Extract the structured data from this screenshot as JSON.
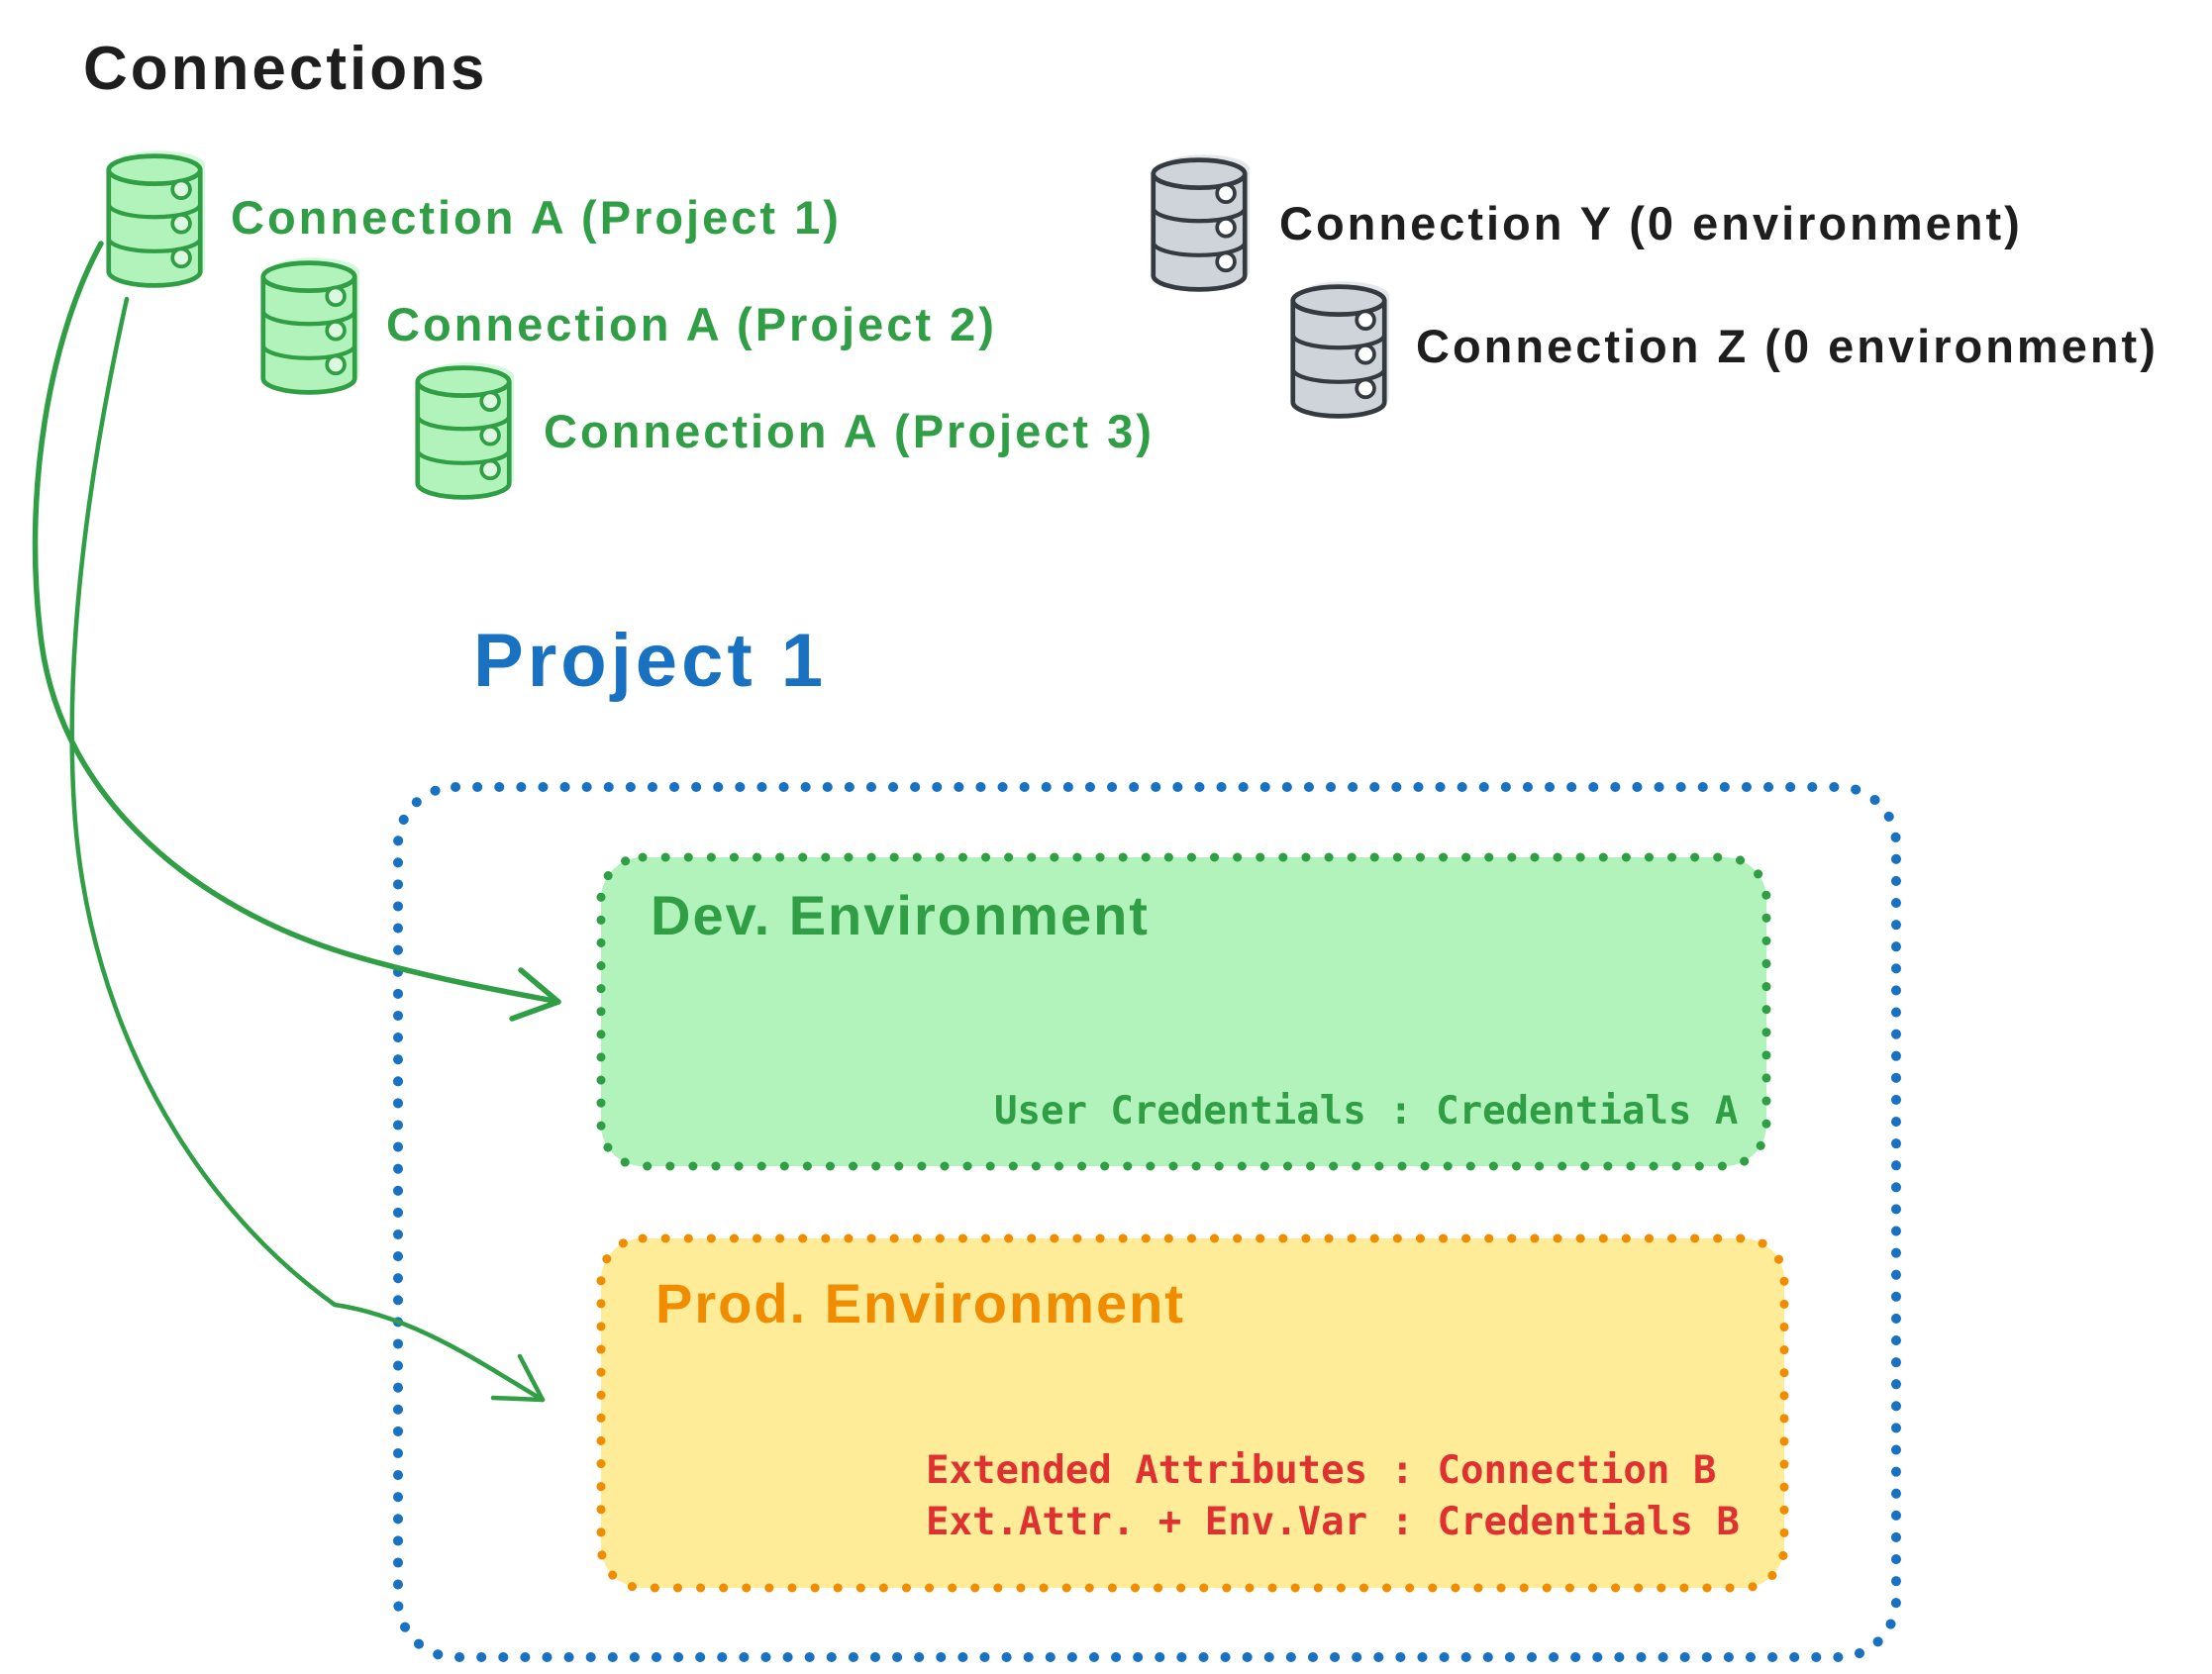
{
  "title": "Connections",
  "palette": {
    "ink": "#1e1e1e",
    "green": "#2f9e44",
    "green_fill": "#b2f2bb",
    "gray_stroke": "#343a40",
    "gray_fill": "#ced4da",
    "blue": "#1971c2",
    "orange": "#f08c00",
    "yellow_fill": "#ffec99",
    "red": "#e03131"
  },
  "icons": {
    "connection": "database-cylinder-icon",
    "arrow": "hand-drawn-arrow"
  },
  "connections": {
    "project_scoped": [
      {
        "label": "Connection A (Project 1)"
      },
      {
        "label": "Connection A (Project 2)"
      },
      {
        "label": "Connection A (Project 3)"
      }
    ],
    "unscoped": [
      {
        "label": "Connection Y (0 environment)"
      },
      {
        "label": "Connection Z (0 environment)"
      }
    ]
  },
  "project": {
    "title": "Project 1",
    "environments": [
      {
        "id": "dev",
        "name": "Dev. Environment",
        "lines": [
          "User Credentials : Credentials A"
        ]
      },
      {
        "id": "prod",
        "name": "Prod. Environment",
        "lines": [
          "Extended Attributes : Connection B",
          "Ext.Attr. + Env.Var : Credentials B"
        ]
      }
    ]
  }
}
